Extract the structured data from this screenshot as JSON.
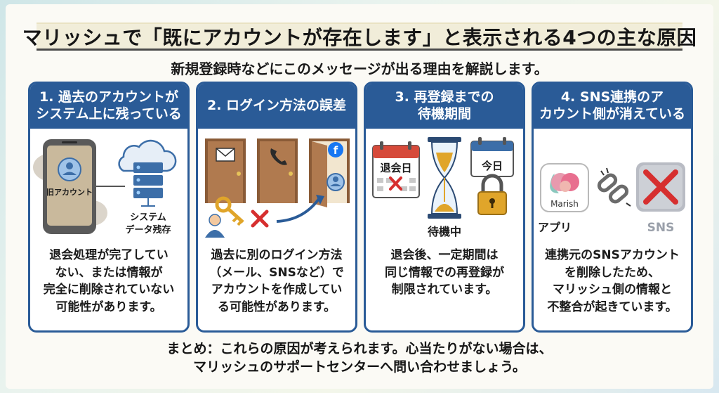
{
  "title": "マリッシュで「既にアカウントが存在します」と表示される4つの主な原因",
  "subtitle": "新規登録時などにこのメッセージが出る理由を解説します。",
  "cards": [
    {
      "title_lines": [
        "1. 過去のアカウントが",
        "システム上に残っている"
      ],
      "phone_label": "旧アカウント",
      "server_label_lines": [
        "システム",
        "データ残存"
      ],
      "body_lines": [
        "退会処理が完了してい",
        "ない、または情報が",
        "完全に削除されていない",
        "可能性があります。"
      ],
      "icons": [
        "phone-icon",
        "user-icon",
        "cloud-icon",
        "server-icon"
      ]
    },
    {
      "title_lines": [
        "2. ログイン方法の誤差"
      ],
      "body_lines": [
        "過去に別のログイン方法",
        "（メール、SNSなど）で",
        "アカウントを作成してい",
        "る可能性があります。"
      ],
      "icons": [
        "mail-door-icon",
        "phone-door-icon",
        "facebook-door-icon",
        "key-icon",
        "user-icon",
        "cross-icon",
        "arrow-icon"
      ]
    },
    {
      "title_lines": [
        "3. 再登録までの",
        "待機期間"
      ],
      "calendar_left_label": "退会日",
      "calendar_right_label": "今日",
      "hourglass_label": "待機中",
      "body_lines": [
        "退会後、一定期間は",
        "同じ情報での再登録が",
        "制限されています。"
      ],
      "icons": [
        "calendar-icon",
        "hourglass-icon",
        "lock-icon",
        "cross-icon"
      ]
    },
    {
      "title_lines": [
        "4. SNS連携のア",
        "カウント側が消えている"
      ],
      "app_logo_text": "Marish",
      "app_label": "アプリ",
      "sns_label": "SNS",
      "body_lines": [
        "連携元のSNSアカウント",
        "を削除したため、",
        "マリッシュ側の情報と",
        "不整合が起きています。"
      ],
      "icons": [
        "marish-logo-icon",
        "broken-chain-icon",
        "sns-deleted-icon"
      ]
    }
  ],
  "summary_lines": [
    "まとめ：これらの原因が考えられます。心当たりがない場合は、",
    "マリッシュのサポートセンターへ問い合わせましょう。"
  ],
  "colors": {
    "card_blue": "#2a5b97",
    "cross_red": "#d62f2f",
    "door_brown": "#b07a4f",
    "lock_gold": "#e0a52a"
  }
}
